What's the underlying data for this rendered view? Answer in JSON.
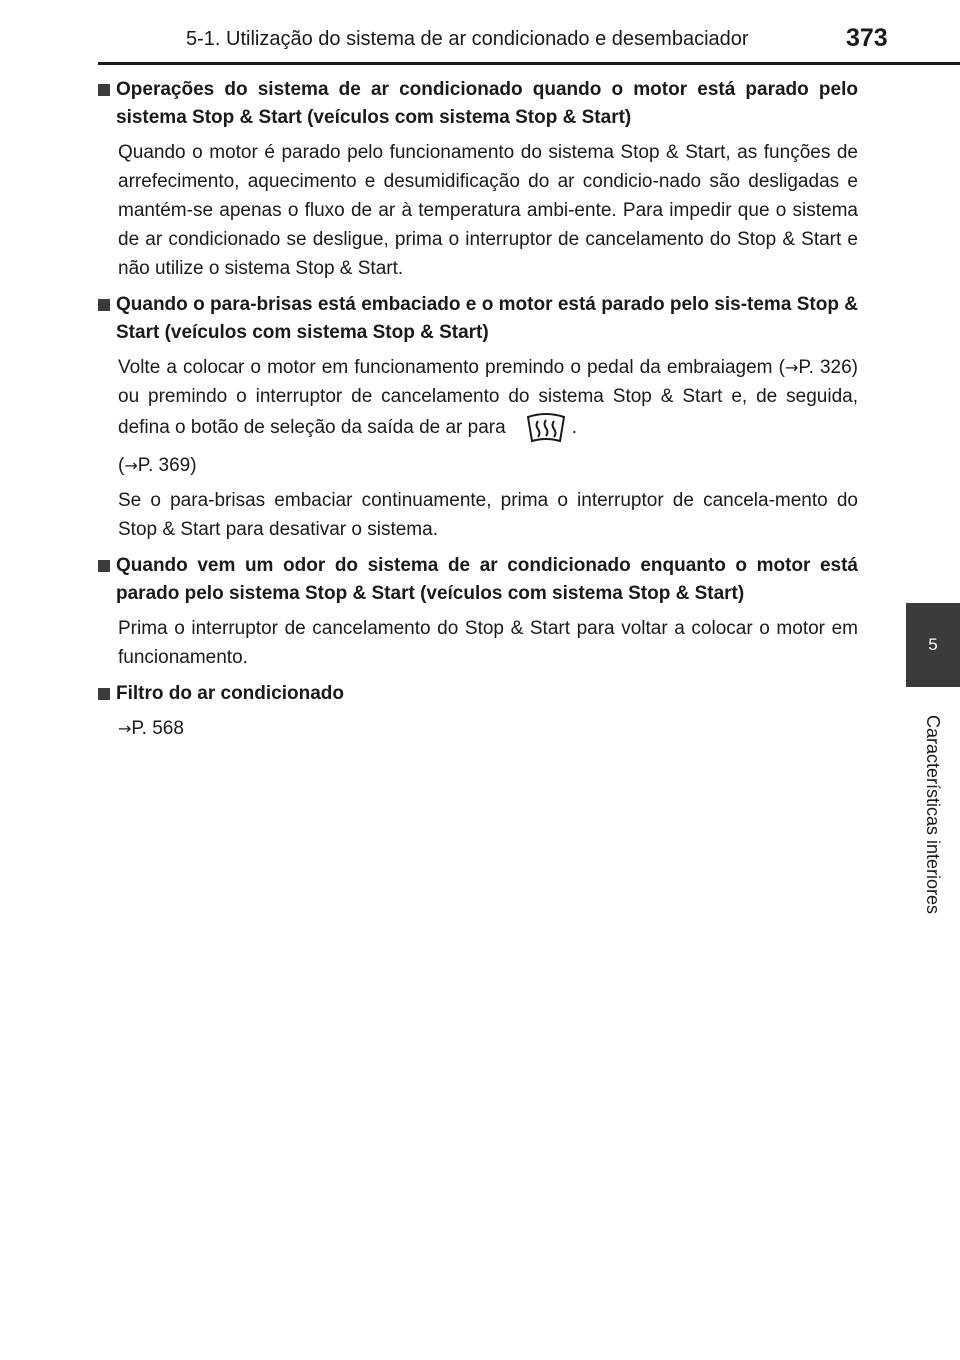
{
  "header": {
    "title": "5-1. Utilização do sistema de ar condicionado e desembaciador",
    "page_number": "373"
  },
  "side_tab": {
    "number": "5",
    "label": "Características interiores"
  },
  "sections": [
    {
      "heading": "Operações do sistema de ar condicionado quando o motor está parado pelo sistema Stop & Start (veículos com sistema Stop & Start)",
      "body": "Quando o motor é parado pelo funcionamento do sistema Stop & Start, as funções de arrefecimento, aquecimento e desumidificação do ar condicio-nado são desligadas e mantém-se apenas o fluxo de ar à temperatura ambi-ente. Para impedir que o sistema de ar condicionado se desligue, prima o interruptor de cancelamento do Stop & Start e não utilize o sistema Stop & Start."
    },
    {
      "heading": "Quando o para-brisas está embaciado e o motor está parado pelo sis-tema Stop & Start (veículos com sistema Stop & Start)",
      "body_part1": "Volte a colocar o motor em funcionamento premindo o pedal da embraiagem (",
      "arrow": "→",
      "body_part2": "P. 326) ou premindo o interruptor de cancelamento do sistema Stop & Start e, de seguida, defina o botão de seleção da saída de ar para",
      "icon": "windshield-defroster-icon",
      "body_part3": ".",
      "ref_open": "(",
      "ref_arrow": "→",
      "ref_text": "P. 369)",
      "body2": "Se o para-brisas embaciar continuamente, prima o interruptor de cancela-mento do Stop & Start para desativar o sistema."
    },
    {
      "heading": "Quando vem um odor do sistema de ar condicionado enquanto o motor está parado pelo sistema Stop & Start (veículos com sistema Stop & Start)",
      "body": "Prima o interruptor de cancelamento do Stop & Start para voltar a colocar o motor em funcionamento."
    },
    {
      "heading": "Filtro do ar condicionado",
      "ref_arrow": "→",
      "ref_text": "P. 568"
    }
  ]
}
